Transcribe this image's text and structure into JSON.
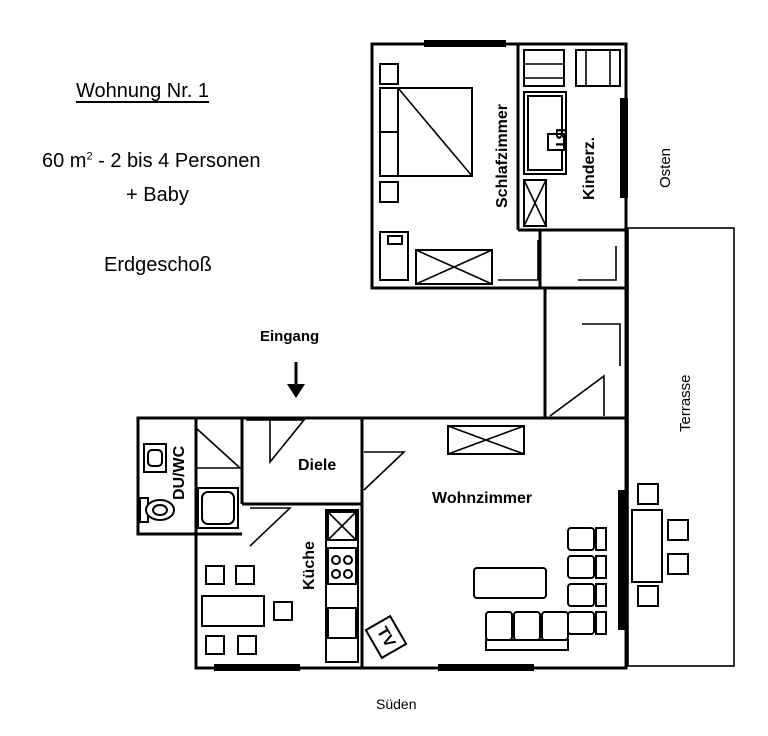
{
  "title": "Wohnung Nr. 1",
  "size": {
    "area": "60 m",
    "exponent": "2",
    "rest": " -  2  bis  4 Personen"
  },
  "extra": "+ Baby",
  "floor": "Erdgeschoß",
  "entrance": "Eingang",
  "compass": {
    "east": "Osten",
    "south": "Süden"
  },
  "rooms": {
    "bedroom": "Schlafzimmer",
    "kids": "Kinderz.",
    "shower": "DU/WC",
    "hall": "Diele",
    "kitchen": "Küche",
    "living": "Wohnzimmer",
    "terrace": "Terrasse",
    "bed_label": "BT",
    "tv_label": "TV"
  }
}
